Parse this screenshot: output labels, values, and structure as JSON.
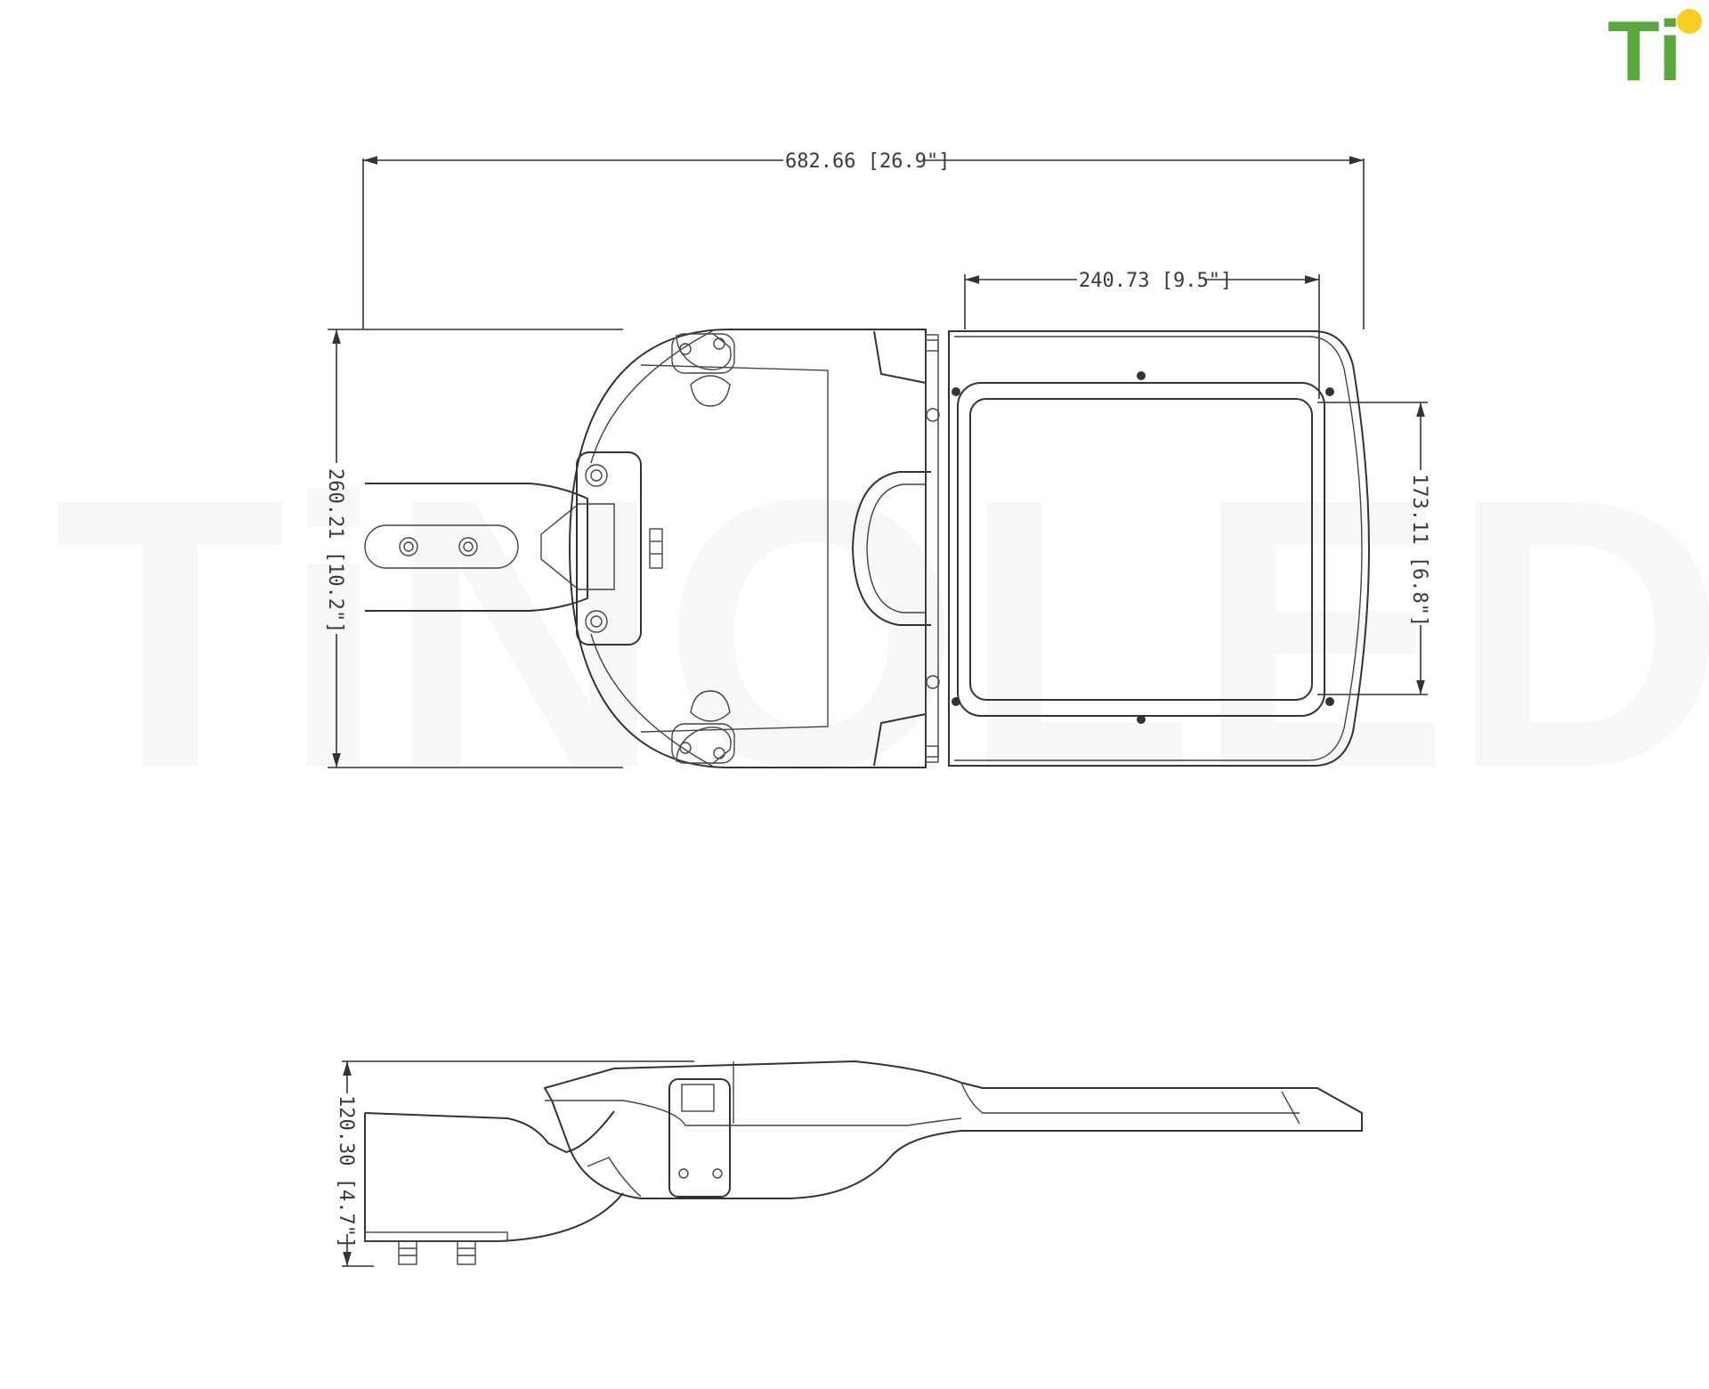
{
  "brand": {
    "logo_text": "Ti",
    "logo_color": "#5aa83c",
    "dot_color": "#f5d020"
  },
  "dimensions": {
    "overall_length": "682.66 [26.9\"]",
    "lens_width": "240.73 [9.5\"]",
    "overall_width": "260.21 [10.2\"]",
    "lens_height": "173.11 [6.8\"]",
    "side_height": "120.30 [4.7\"]"
  },
  "views": [
    "top-view",
    "side-view"
  ]
}
